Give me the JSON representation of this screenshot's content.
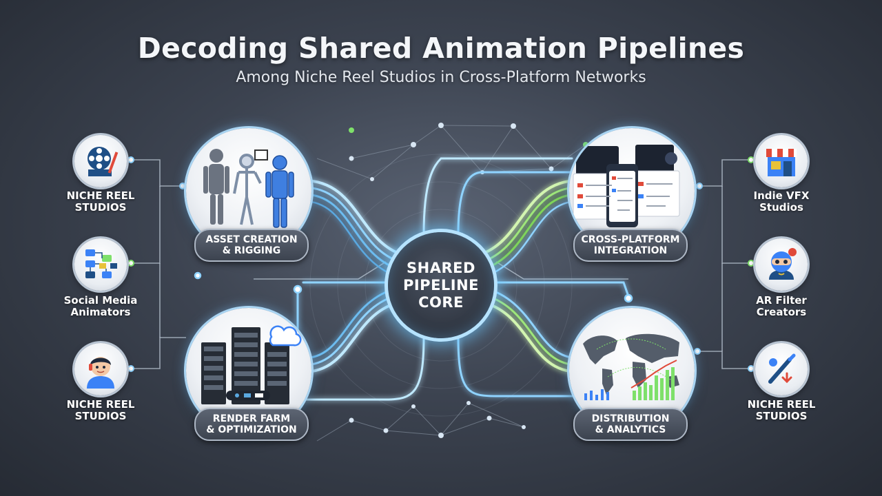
{
  "header": {
    "title": "Decoding Shared Animation Pipelines",
    "subtitle": "Among Niche Reel Studios in Cross-Platform Networks"
  },
  "core": {
    "line1": "SHARED",
    "line2": "PIPELINE",
    "line3": "CORE"
  },
  "stages": {
    "asset": {
      "line1": "ASSET CREATION",
      "line2": "& RIGGING"
    },
    "integration": {
      "line1": "CROSS-PLATFORM",
      "line2": "INTEGRATION"
    },
    "render": {
      "line1": "RENDER FARM",
      "line2": "& OPTIMIZATION"
    },
    "distribution": {
      "line1": "DISTRIBUTION",
      "line2": "& ANALYTICS"
    }
  },
  "participants": {
    "left_top": {
      "line1": "NICHE REEL",
      "line2": "STUDIOS",
      "icon": "film-reel-icon"
    },
    "left_mid": {
      "line1": "Social Media",
      "line2": "Animators",
      "icon": "flowchart-icon"
    },
    "left_bottom": {
      "line1": "NICHE REEL",
      "line2": "STUDIOS",
      "icon": "animator-avatar-icon"
    },
    "right_top": {
      "line1": "Indie VFX",
      "line2": "Studios",
      "icon": "storefront-icon"
    },
    "right_mid": {
      "line1": "AR Filter",
      "line2": "Creators",
      "icon": "ar-mask-icon"
    },
    "right_bottom": {
      "line1": "NICHE REEL",
      "line2": "STUDIOS",
      "icon": "brush-icon"
    }
  },
  "colors": {
    "accent_blue": "#8fd3ff",
    "accent_green": "#8be36a",
    "line_gray": "#8c97a6"
  }
}
